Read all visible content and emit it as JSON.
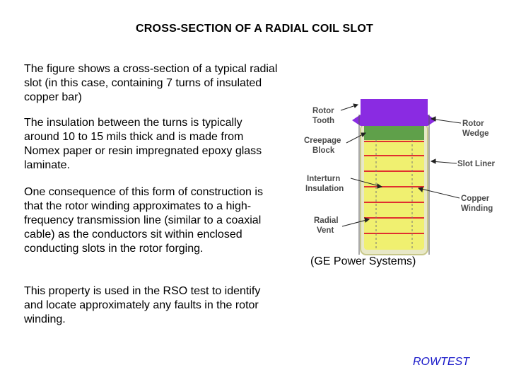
{
  "title": "CROSS-SECTION OF A RADIAL COIL SLOT",
  "paragraphs": [
    "The figure shows a cross-section of a typical radial slot (in this case, containing 7 turns of insulated copper bar)",
    "The insulation between the turns is typically around 10 to 15 mils thick and is made from Nomex paper or resin impregnated epoxy glass laminate.",
    "One consequence of this form of construction is that the rotor winding approximates to a high-frequency transmission line (similar to a coaxial cable) as the conductors sit within enclosed conducting slots in the rotor forging.",
    "This property is used in the RSO test to identify and locate approximately any faults in the rotor winding."
  ],
  "figure": {
    "labels": {
      "rotor_tooth": [
        "Rotor",
        "Tooth"
      ],
      "creepage_block": [
        "Creepage",
        "Block"
      ],
      "interturn_insulation": [
        "Interturn",
        "Insulation"
      ],
      "radial_vent": [
        "Radial",
        "Vent"
      ],
      "rotor_wedge": [
        "Rotor",
        "Wedge"
      ],
      "slot_liner": [
        "Slot Liner"
      ],
      "copper_winding": [
        "Copper",
        "Winding"
      ]
    },
    "colors": {
      "wedge": "#8a2be2",
      "creepage": "#5fa04a",
      "copper": "#f0f070",
      "insulation": "#e03030"
    },
    "caption": "(GE Power Systems)"
  },
  "brand": "ROWTEST"
}
